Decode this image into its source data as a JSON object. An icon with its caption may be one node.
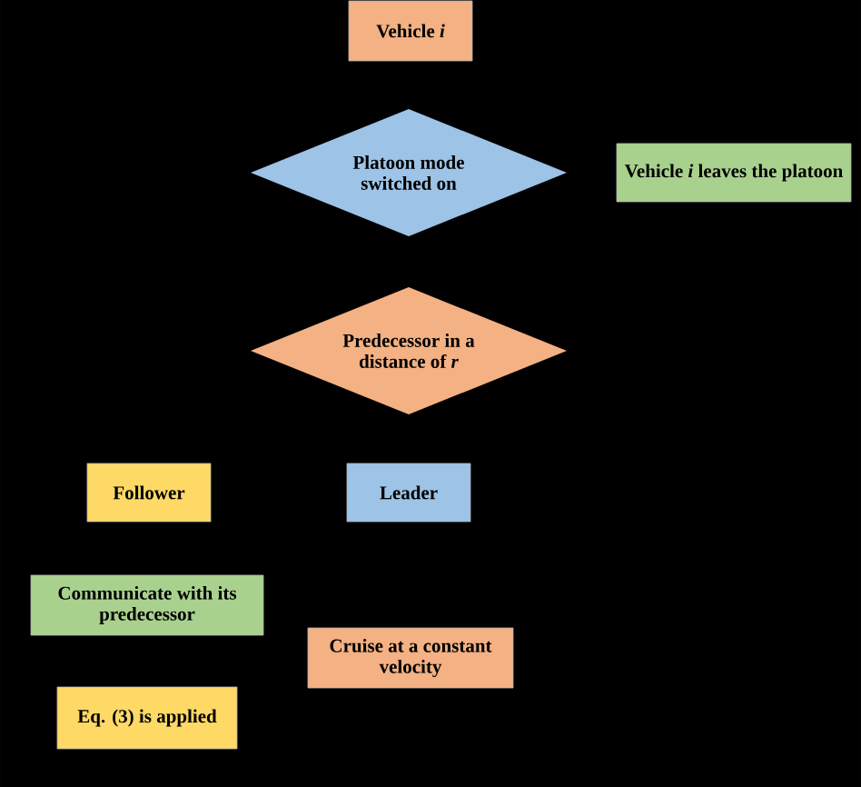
{
  "diagram": {
    "nodes": [
      {
        "text": [
          "Vehicle *i*"
        ]
      },
      {
        "text": [
          "Platoon mode switched on"
        ]
      },
      {
        "text": [
          "Vehicle *i* leaves the platoon"
        ]
      },
      {
        "text": [
          "Predecessor in a distance of *r*"
        ]
      },
      {
        "text": [
          "Follower"
        ]
      },
      {
        "text": [
          "Leader"
        ]
      },
      {
        "text": [
          "Communicate with its predecessor"
        ]
      },
      {
        "text": [
          "Cruise at a constant velocity"
        ]
      },
      {
        "text": [
          "Eq. (3) is applied"
        ]
      }
    ]
  }
}
